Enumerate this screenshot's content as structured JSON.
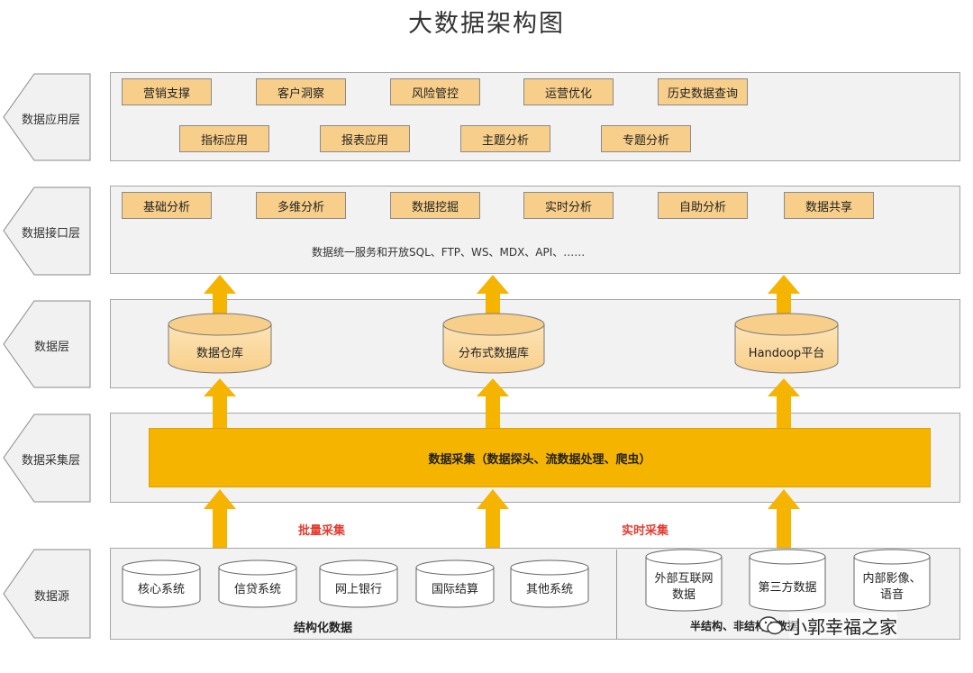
{
  "title": "大数据架构图",
  "layers": {
    "app": {
      "label": "数据应用层",
      "row1": [
        "营销支撑",
        "客户洞察",
        "风险管控",
        "运营优化",
        "历史数据查询"
      ],
      "row2": [
        "指标应用",
        "报表应用",
        "主题分析",
        "专题分析"
      ]
    },
    "interface": {
      "label": "数据接口层",
      "chips": [
        "基础分析",
        "多维分析",
        "数据挖掘",
        "实时分析",
        "自助分析",
        "数据共享"
      ],
      "subtext": "数据统一服务和开放SQL、FTP、WS、MDX、API、……"
    },
    "data": {
      "label": "数据层",
      "stores": [
        "数据仓库",
        "分布式数据库",
        "Handoop平台"
      ]
    },
    "collect": {
      "label": "数据采集层",
      "bar": "数据采集（数据探头、流数据处理、爬虫）",
      "batch": "批量采集",
      "realtime": "实时采集"
    },
    "source": {
      "label": "数据源",
      "structured": [
        "核心系统",
        "信贷系统",
        "网上银行",
        "国际结算",
        "其他系统"
      ],
      "structured_label": "结构化数据",
      "semi": [
        "外部互联网\n数据",
        "第三方数据",
        "内部影像、\n语音"
      ],
      "semi_label": "半结构、非结构化数据"
    }
  },
  "watermark": "小郭幸福之家",
  "colors": {
    "chip": "#f8cf8a",
    "arrow": "#f5b400",
    "collect_bar": "#f5b400",
    "panel": "#f2f2f2",
    "red_text": "#e23b2f"
  }
}
